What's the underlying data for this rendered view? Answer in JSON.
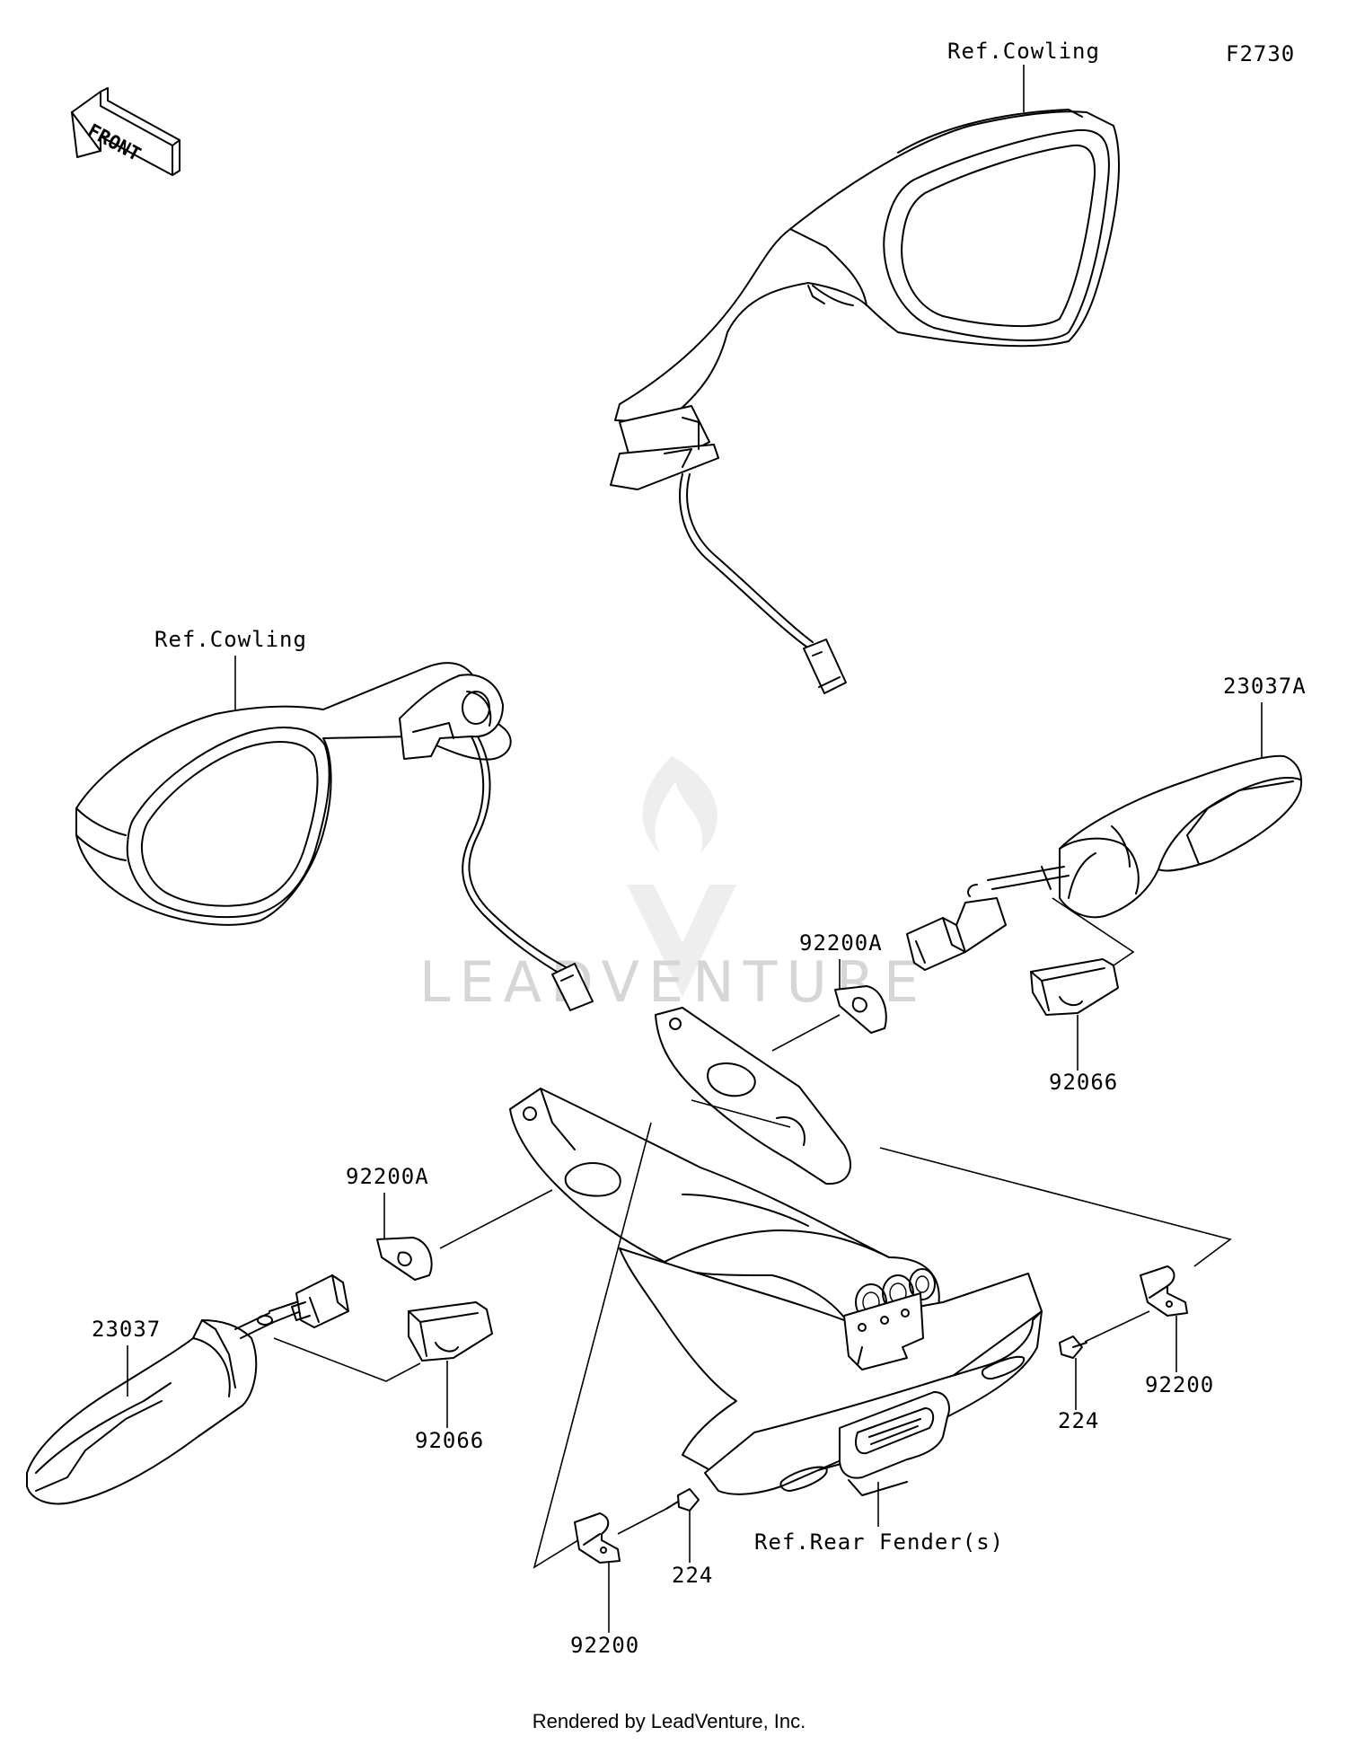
{
  "diagram_code": "F2730",
  "front_indicator": "FRONT",
  "watermark": "LEADVENTURE",
  "footer": "Rendered by LeadVenture, Inc.",
  "labels": {
    "ref_cowling_top": "Ref.Cowling",
    "ref_cowling_left": "Ref.Cowling",
    "part_23037A": "23037A",
    "part_92200A_right": "92200A",
    "part_92066_right": "92066",
    "part_92200A_left": "92200A",
    "part_23037": "23037",
    "part_92066_left": "92066",
    "part_224_right": "224",
    "part_92200_right": "92200",
    "part_224_left": "224",
    "part_92200_left": "92200",
    "ref_rear_fender": "Ref.Rear Fender(s)"
  }
}
